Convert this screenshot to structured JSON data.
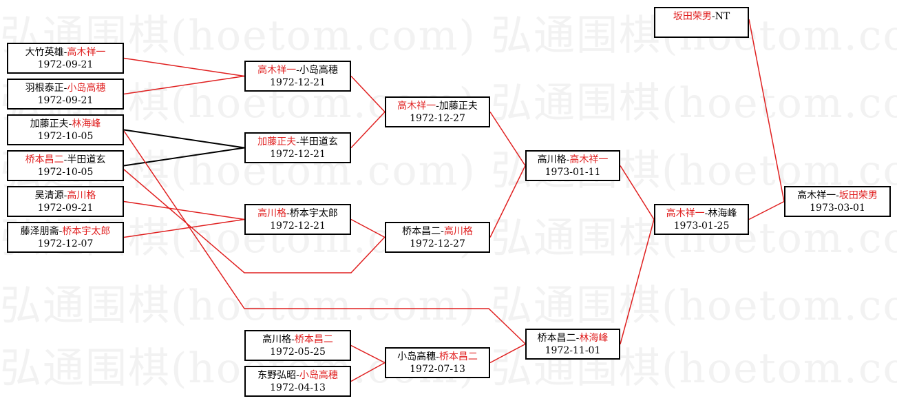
{
  "watermark": "弘通围棋(hoetom.com) 弘通围棋(hoetom.com)",
  "colors": {
    "winner_text": "#e02020",
    "line_red": "#e02020",
    "line_black": "#000000",
    "border": "#000000"
  },
  "matches": [
    {
      "id": "r1-1",
      "p1": "大竹英雄",
      "p2": "高木祥一",
      "winner": "p2",
      "date": "1972-09-21"
    },
    {
      "id": "r1-2",
      "p1": "羽根泰正",
      "p2": "小岛高穗",
      "winner": "p2",
      "date": "1972-09-21"
    },
    {
      "id": "r1-3",
      "p1": "加藤正夫",
      "p2": "林海峰",
      "winner": "p2",
      "date": "1972-10-05"
    },
    {
      "id": "r1-4",
      "p1": "桥本昌二",
      "p2": "半田道玄",
      "winner": "p1",
      "date": "1972-10-05"
    },
    {
      "id": "r1-5",
      "p1": "吴清源",
      "p2": "高川格",
      "winner": "p2",
      "date": "1972-09-21"
    },
    {
      "id": "r1-6",
      "p1": "藤泽朋斋",
      "p2": "桥本宇太郎",
      "winner": "p2",
      "date": "1972-12-07"
    },
    {
      "id": "l1-1",
      "p1": "高川格",
      "p2": "桥本昌二",
      "winner": "p2",
      "date": "1972-05-25"
    },
    {
      "id": "l1-2",
      "p1": "东野弘昭",
      "p2": "小岛高穗",
      "winner": "p2",
      "date": "1972-04-13"
    },
    {
      "id": "r2-1",
      "p1": "高木祥一",
      "p2": "小岛高穗",
      "winner": "p1",
      "date": "1972-12-21"
    },
    {
      "id": "r2-2",
      "p1": "加藤正夫",
      "p2": "半田道玄",
      "winner": "p1",
      "date": "1972-12-21"
    },
    {
      "id": "r2-3",
      "p1": "高川格",
      "p2": "桥本宇太郎",
      "winner": "p1",
      "date": "1972-12-21"
    },
    {
      "id": "l2-1",
      "p1": "小岛高穗",
      "p2": "桥本昌二",
      "winner": "p2",
      "date": "1972-07-13"
    },
    {
      "id": "r3-1",
      "p1": "高木祥一",
      "p2": "加藤正夫",
      "winner": "p1",
      "date": "1972-12-27"
    },
    {
      "id": "r3-2",
      "p1": "桥本昌二",
      "p2": "高川格",
      "winner": "p2",
      "date": "1972-12-27"
    },
    {
      "id": "l3-1",
      "p1": "桥本昌二",
      "p2": "林海峰",
      "winner": "p2",
      "date": "1972-11-01"
    },
    {
      "id": "r4-1",
      "p1": "高川格",
      "p2": "高木祥一",
      "winner": "p2",
      "date": "1973-01-11"
    },
    {
      "id": "r5-1",
      "p1": "高木祥一",
      "p2": "林海峰",
      "winner": "p1",
      "date": "1973-01-25"
    },
    {
      "id": "seed",
      "p1": "坂田荣男",
      "p2": "NT",
      "winner": "p1",
      "date": ""
    },
    {
      "id": "final",
      "p1": "高木祥一",
      "p2": "坂田荣男",
      "winner": "p2",
      "date": "1973-03-01"
    }
  ]
}
